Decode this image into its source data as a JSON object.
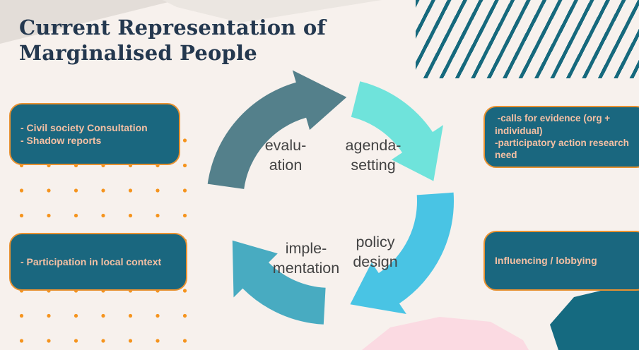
{
  "slide": {
    "title": "Current Representation of\nMarginalised People"
  },
  "callouts": {
    "top_left": "- Civil society Consultation\n- Shadow reports",
    "bottom_left": "- Participation in local context",
    "top_right": " -calls for evidence (org +\nindividual)\n-participatory action research\nneed",
    "bottom_right": "Influencing / lobbying"
  },
  "cycle": {
    "type": "cycle-diagram",
    "stages": [
      {
        "id": "evaluation",
        "label": "evalu-\nation"
      },
      {
        "id": "agenda-setting",
        "label": "agenda-\nsetting"
      },
      {
        "id": "policy-design",
        "label": "policy\ndesign"
      },
      {
        "id": "implementation",
        "label": "imple-\nmentation"
      }
    ]
  },
  "colors": {
    "background": "#f7f1ed",
    "title_text": "#24384f",
    "callout_fill": "#1a677f",
    "callout_border": "#e89130",
    "callout_text": "#f4c0a4",
    "dot_orange": "#f5941e",
    "stripe_teal": "#16697d",
    "corner_teal": "#156a80",
    "pink_shape": "#fbdae2",
    "gray_shape": "#e3ddd8",
    "gray_shape_light": "#ebe6e1",
    "arrow_evaluation": "#54808b",
    "arrow_agenda": "#6fe3db",
    "arrow_policy": "#49c4e4",
    "arrow_implementation": "#48abc1",
    "stage_text": "#434343"
  }
}
